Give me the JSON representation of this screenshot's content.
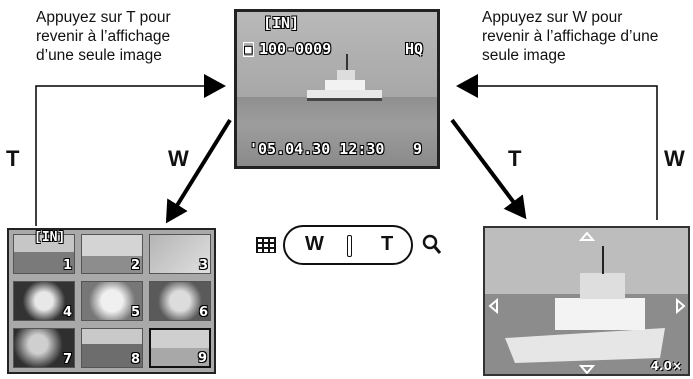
{
  "captions": {
    "left": "Appuyez sur T pour\nrevenir à l’affichage\nd’une seule image",
    "right": "Appuyez sur W pour\nrevenir à l’affichage d’une\nseule image"
  },
  "keys": {
    "left_outer": "T",
    "left_inner": "W",
    "right_inner": "T",
    "right_outer": "W"
  },
  "main_screen": {
    "memory": "[IN]",
    "file_number": "100-0009",
    "quality": "HQ",
    "datetime": "'05.04.30 12:30",
    "frame": "9"
  },
  "index_screen": {
    "memory": "[IN]",
    "thumbnails": [
      "1",
      "2",
      "3",
      "4",
      "5",
      "6",
      "7",
      "8",
      "9"
    ],
    "selected": "9"
  },
  "zoom_screen": {
    "zoom": "4.0×"
  },
  "zoom_lever": {
    "wide": "W",
    "tele": "T",
    "wide_icon": "index-grid-icon",
    "tele_icon": "magnifier-icon"
  }
}
